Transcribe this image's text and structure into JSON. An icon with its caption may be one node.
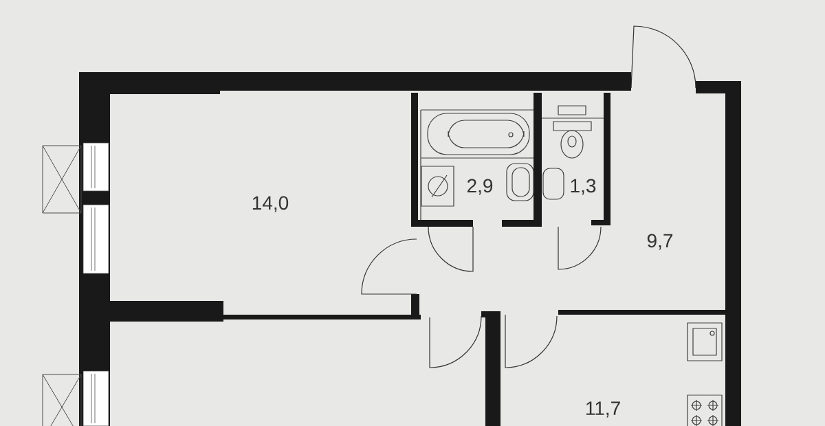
{
  "diagram": {
    "labels": [
      "14,0",
      "2,9",
      "1,3",
      "9,7",
      "11,7"
    ]
  }
}
